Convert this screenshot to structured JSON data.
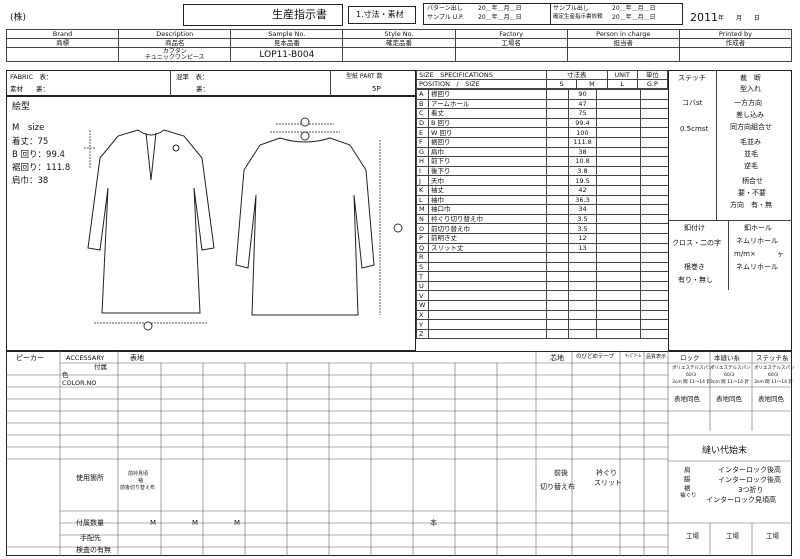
{
  "company": "(株)",
  "title": "生産指示書",
  "tab": "1.寸法・素材",
  "date_box": {
    "pattern": "パターン出し",
    "sample_up": "サンプル U.P.",
    "sample_out": "サンプル出し",
    "confirm": "確定生産指示書依頼",
    "ymd": "20＿年＿月＿日"
  },
  "year": "2011",
  "year_suffix": "年　　月　　日",
  "header_cols": [
    {
      "en": "Brand",
      "jp": "商標"
    },
    {
      "en": "Description",
      "jp": "商品名"
    },
    {
      "en": "Sample No.",
      "jp": "見本品番"
    },
    {
      "en": "Style No.",
      "jp": "確定品番"
    },
    {
      "en": "Factory",
      "jp": "工場名"
    },
    {
      "en": "Person in charge",
      "jp": "担当者"
    },
    {
      "en": "Printed by",
      "jp": "作成者"
    }
  ],
  "description": "カフタン",
  "description2": "チュニックワンピース",
  "sample_no": "LOP11-B004",
  "fabric": {
    "fabric_label": "FABRIC　表：",
    "material_label": "素材　　裏：",
    "mix_front": "混率　表：",
    "mix_back": "裏：",
    "part_label": "型紙 PART 数",
    "part_value": "5P"
  },
  "drawing": {
    "title": "絵型",
    "size": "M　size",
    "lines": [
      "着丈：75",
      "B 回り：99.4",
      "裾回り：111.8",
      "肩巾：38"
    ]
  },
  "spec": {
    "title": "SIZE　SPECIFICATIONS",
    "size_table": "寸法表",
    "unit": "UNIT",
    "unit2": "単位",
    "position": "POSITION　/　SIZE",
    "s": "S",
    "m": "M",
    "l": "L",
    "gp": "G.P",
    "rows": [
      [
        "A",
        "襟回り",
        "90"
      ],
      [
        "B",
        "アームホール",
        "47"
      ],
      [
        "C",
        "着丈",
        "75"
      ],
      [
        "D",
        "B 回り",
        "99.4"
      ],
      [
        "E",
        "W 回り",
        "100"
      ],
      [
        "F",
        "裾回り",
        "111.8"
      ],
      [
        "G",
        "肩巾",
        "38"
      ],
      [
        "H",
        "前下り",
        "10.8"
      ],
      [
        "I",
        "後下り",
        "3.8"
      ],
      [
        "J",
        "天巾",
        "19.5"
      ],
      [
        "K",
        "袖丈",
        "42"
      ],
      [
        "L",
        "袖巾",
        "36.3"
      ],
      [
        "M",
        "袖口巾",
        "34"
      ],
      [
        "N",
        "衿ぐり切り替え巾",
        "3.5"
      ],
      [
        "O",
        "前切り替え巾",
        "3.5"
      ],
      [
        "P",
        "前明き丈",
        "12"
      ],
      [
        "Q",
        "スリット丈",
        "13"
      ],
      [
        "R",
        ""
      ],
      [
        "S",
        ""
      ],
      [
        "T",
        ""
      ],
      [
        "U",
        ""
      ],
      [
        "V",
        ""
      ],
      [
        "W",
        ""
      ],
      [
        "X",
        ""
      ],
      [
        "Y",
        ""
      ],
      [
        "Z",
        ""
      ]
    ]
  },
  "stitch": {
    "title": "ステッチ",
    "kobast": "コバst",
    "v1": "0.5cmst"
  },
  "cut": {
    "title": "裁　断",
    "l1": "型入れ",
    "l2": "一方方向",
    "l3": "差し込み",
    "l4": "同方向組合せ",
    "l5": "毛並み",
    "l6": "並毛",
    "l7": "逆毛",
    "l8": "柄合せ",
    "l9": "要・不要",
    "l10": "方向　有・無"
  },
  "button": {
    "title": "釦付け",
    "v": "クロス・二の字",
    "hole": "釦ホール",
    "hole1": "ネムリホール",
    "hole2": "m/m×　　　ヶ",
    "hole3": "ネムリホール",
    "root": "根巻き",
    "root_v": "有り・無し"
  },
  "acc": {
    "picker": "ピーカー",
    "accessory": "ACCESSARY",
    "fuzoku": "付属",
    "iro": "色",
    "color_no": "COLOR.NO",
    "omote": "表地",
    "shin": "芯地",
    "nobitome": "のびどめテープ",
    "kiji": "ｷｨｽﾞﾃｰﾑ",
    "hinshitsu": "品質表示",
    "lock": "ロック",
    "omoteito": "本縫い糸",
    "stitch_ito": "ステッチ糸",
    "poly1": "ポリエステルスパン",
    "poly_n": "60/3",
    "poly_sub": "3cm 間 11～14 針",
    "omote_dou": "表地同色",
    "nui": "縫い代始末",
    "nui_parts": [
      "肩",
      "脇",
      "裾",
      "袖ぐり"
    ],
    "nui_lines": [
      "インターロック後高",
      "インターロック後高",
      "3つ折り",
      "インターロック見頃高"
    ],
    "usage": "使用箇所",
    "usage_v": [
      "前衿見頃",
      "袖",
      "前後切り替え布"
    ],
    "mae": "前後",
    "kirikae": "切り替え布",
    "eri": "衿ぐり",
    "slit": "スリット",
    "qty": "付属数量",
    "m": "M",
    "hon": "本",
    "arrange": "手配先",
    "check": "検査の有無",
    "kojo": "工場"
  }
}
